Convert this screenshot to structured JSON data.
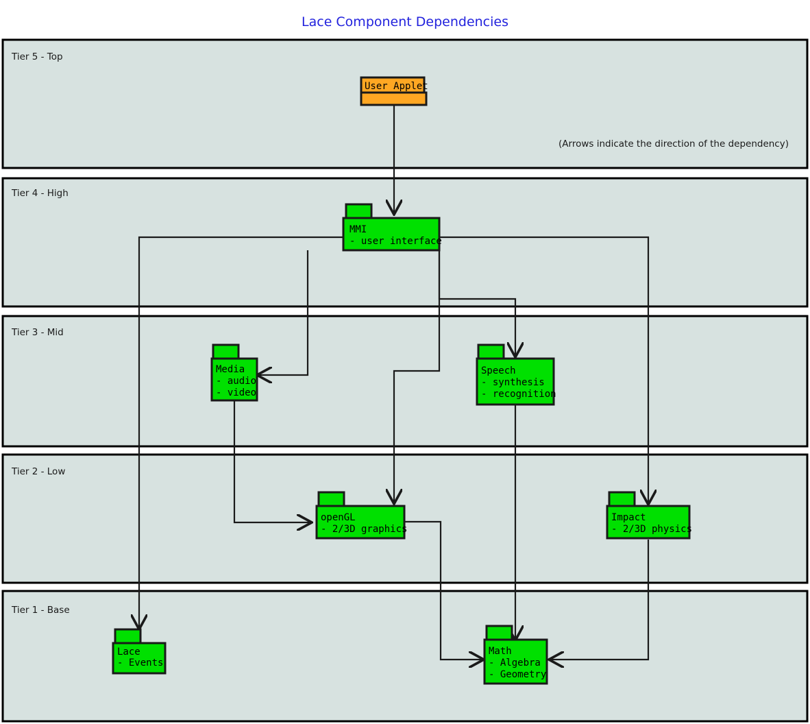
{
  "title": "Lace Component Dependencies",
  "note": "(Arrows indicate the direction of the dependency)",
  "colors": {
    "title": "#2222dd",
    "tier_fill": "#d7e2e0",
    "tier_stroke": "#000000",
    "package_green": "#00e000",
    "package_orange": "#ffa723",
    "line": "#1a1a1a"
  },
  "tiers": [
    {
      "label": "Tier 5 - Top"
    },
    {
      "label": "Tier 4 - High"
    },
    {
      "label": "Tier 3 - Mid"
    },
    {
      "label": "Tier 2 - Low"
    },
    {
      "label": "Tier 1 - Base"
    }
  ],
  "packages": {
    "user_applet": {
      "name": "User Applet",
      "lines": [],
      "tier": "Tier 5 - Top",
      "color": "#ffa723"
    },
    "mmi": {
      "name": "MMI",
      "lines": [
        "- user interface"
      ],
      "tier": "Tier 4 - High",
      "color": "#00e000"
    },
    "media": {
      "name": "Media",
      "lines": [
        "- audio",
        "- video"
      ],
      "tier": "Tier 3 - Mid",
      "color": "#00e000"
    },
    "speech": {
      "name": "Speech",
      "lines": [
        "- synthesis",
        "- recognition"
      ],
      "tier": "Tier 3 - Mid",
      "color": "#00e000"
    },
    "opengl": {
      "name": "openGL",
      "lines": [
        "- 2/3D graphics"
      ],
      "tier": "Tier 2 - Low",
      "color": "#00e000"
    },
    "impact": {
      "name": "Impact",
      "lines": [
        "- 2/3D physics"
      ],
      "tier": "Tier 2 - Low",
      "color": "#00e000"
    },
    "lace": {
      "name": "Lace",
      "lines": [
        "- Events"
      ],
      "tier": "Tier 1 - Base",
      "color": "#00e000"
    },
    "math": {
      "name": "Math",
      "lines": [
        "- Algebra",
        "- Geometry"
      ],
      "tier": "Tier 1 - Base",
      "color": "#00e000"
    }
  },
  "dependencies": [
    {
      "from": "User Applet",
      "to": "MMI"
    },
    {
      "from": "MMI",
      "to": "Media"
    },
    {
      "from": "MMI",
      "to": "Speech"
    },
    {
      "from": "MMI",
      "to": "openGL"
    },
    {
      "from": "MMI",
      "to": "Impact"
    },
    {
      "from": "MMI",
      "to": "Lace"
    },
    {
      "from": "Media",
      "to": "openGL"
    },
    {
      "from": "Speech",
      "to": "Math"
    },
    {
      "from": "openGL",
      "to": "Math"
    },
    {
      "from": "Impact",
      "to": "Math"
    }
  ]
}
